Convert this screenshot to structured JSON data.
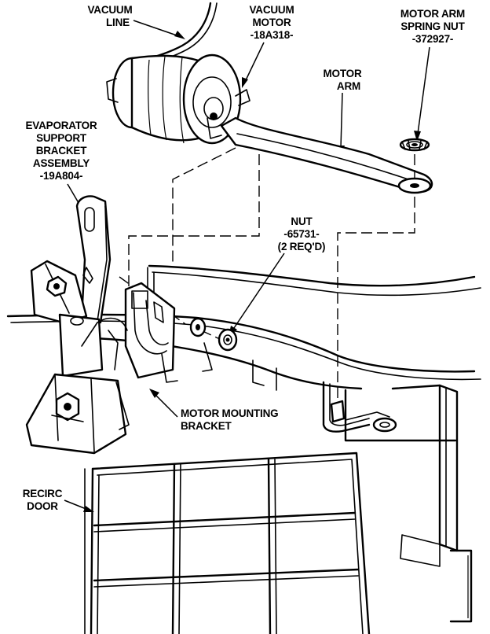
{
  "labels": {
    "vacuum_line": [
      "VACUUM",
      "LINE"
    ],
    "vacuum_motor": [
      "VACUUM",
      "MOTOR",
      "-18A318-"
    ],
    "motor_arm_spring_nut": [
      "MOTOR ARM",
      "SPRING NUT",
      "-372927-"
    ],
    "motor_arm": [
      "MOTOR",
      "ARM"
    ],
    "evaporator_bracket": [
      "EVAPORATOR",
      "SUPPORT",
      "BRACKET",
      "ASSEMBLY",
      "-19A804-"
    ],
    "nut": [
      "NUT",
      "-65731-",
      "(2 REQ'D)"
    ],
    "motor_mounting_bracket": [
      "MOTOR MOUNTING",
      "BRACKET"
    ],
    "recirc_door": [
      "RECIRC",
      "DOOR"
    ]
  }
}
